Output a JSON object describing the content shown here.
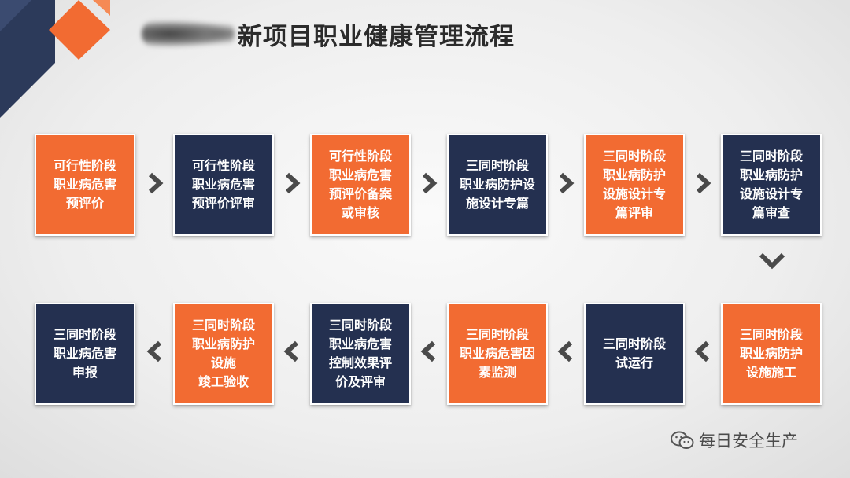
{
  "title": "新项目职业健康管理流程",
  "steps": [
    "可行性阶段\n职业病危害\n预评价",
    "可行性阶段\n职业病危害\n预评价评审",
    "可行性阶段\n职业病危害\n预评价备案\n或审核",
    "三同时阶段\n职业病防护设\n施设计专篇",
    "三同时阶段\n职业病防护\n设施设计专\n篇评审",
    "三同时阶段\n职业病防护\n设施设计专\n篇审查",
    "三同时阶段\n职业病防护\n设施施工",
    "三同时阶段\n试运行",
    "三同时阶段\n职业病危害因\n素监测",
    "三同时阶段\n职业病危害\n控制效果评\n价及评审",
    "三同时阶段\n职业病防护\n设施\n竣工验收",
    "三同时阶段\n职业病危害\n申报"
  ],
  "watermark": "每日安全生产",
  "colors": {
    "orange": "#f26b32",
    "navy": "#243050",
    "arrow": "#4a4a4a"
  }
}
